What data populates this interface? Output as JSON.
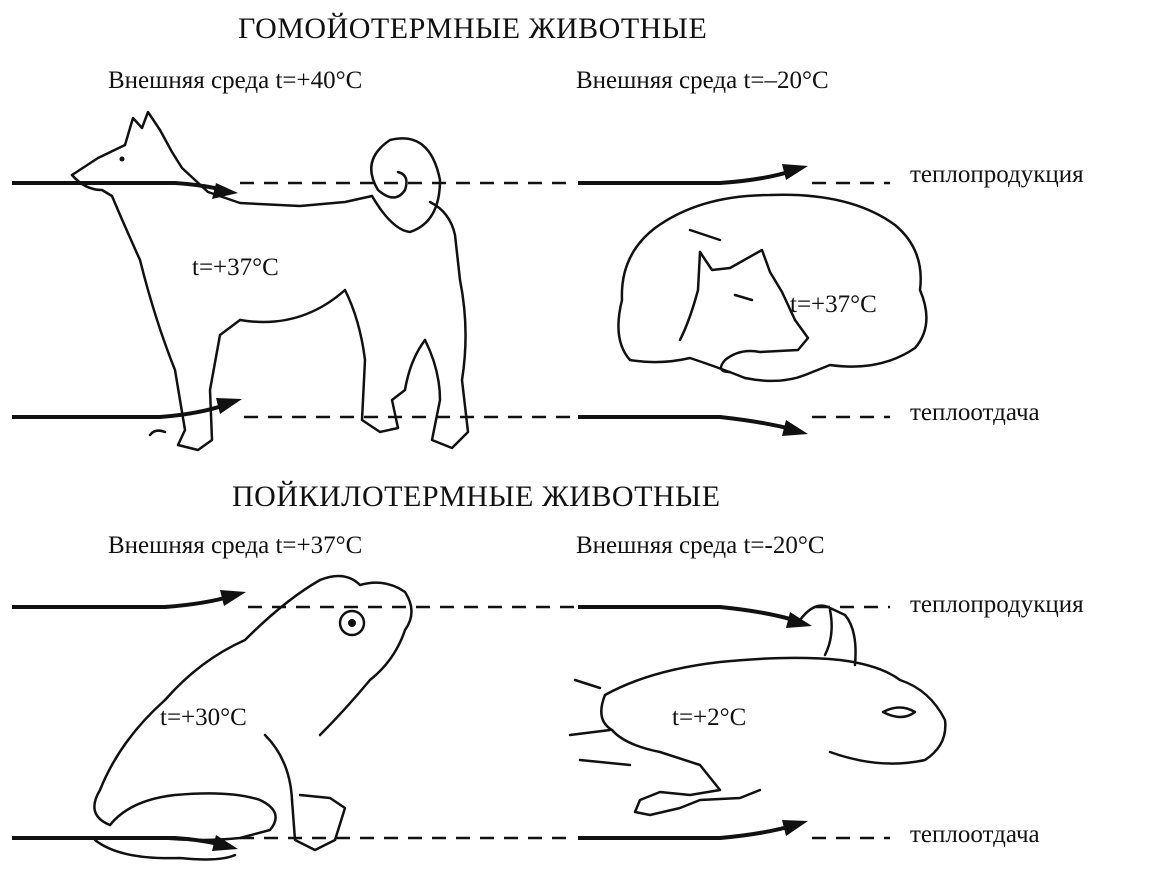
{
  "homeothermic": {
    "title": "ГОМОЙОТЕРМНЫЕ ЖИВОТНЫЕ",
    "left": {
      "environment": "Внешняя среда t=+40°C",
      "body_temp": "t=+37°C",
      "animal": "dog standing"
    },
    "right": {
      "environment": "Внешняя среда t=–20°C",
      "body_temp": "t=+37°C",
      "animal": "dog curled up"
    },
    "heat_production_label": "теплопродукция",
    "heat_loss_label": "теплоотдача"
  },
  "poikilothermic": {
    "title": "ПОЙКИЛОТЕРМНЫЕ ЖИВОТНЫЕ",
    "left": {
      "environment": "Внешняя среда t=+37°C",
      "body_temp": "t=+30°C",
      "animal": "frog sitting"
    },
    "right": {
      "environment": "Внешняя среда t=-20°C",
      "body_temp": "t=+2°C",
      "animal": "frog lying"
    },
    "heat_production_label": "теплопродукция",
    "heat_loss_label": "теплоотдача"
  }
}
